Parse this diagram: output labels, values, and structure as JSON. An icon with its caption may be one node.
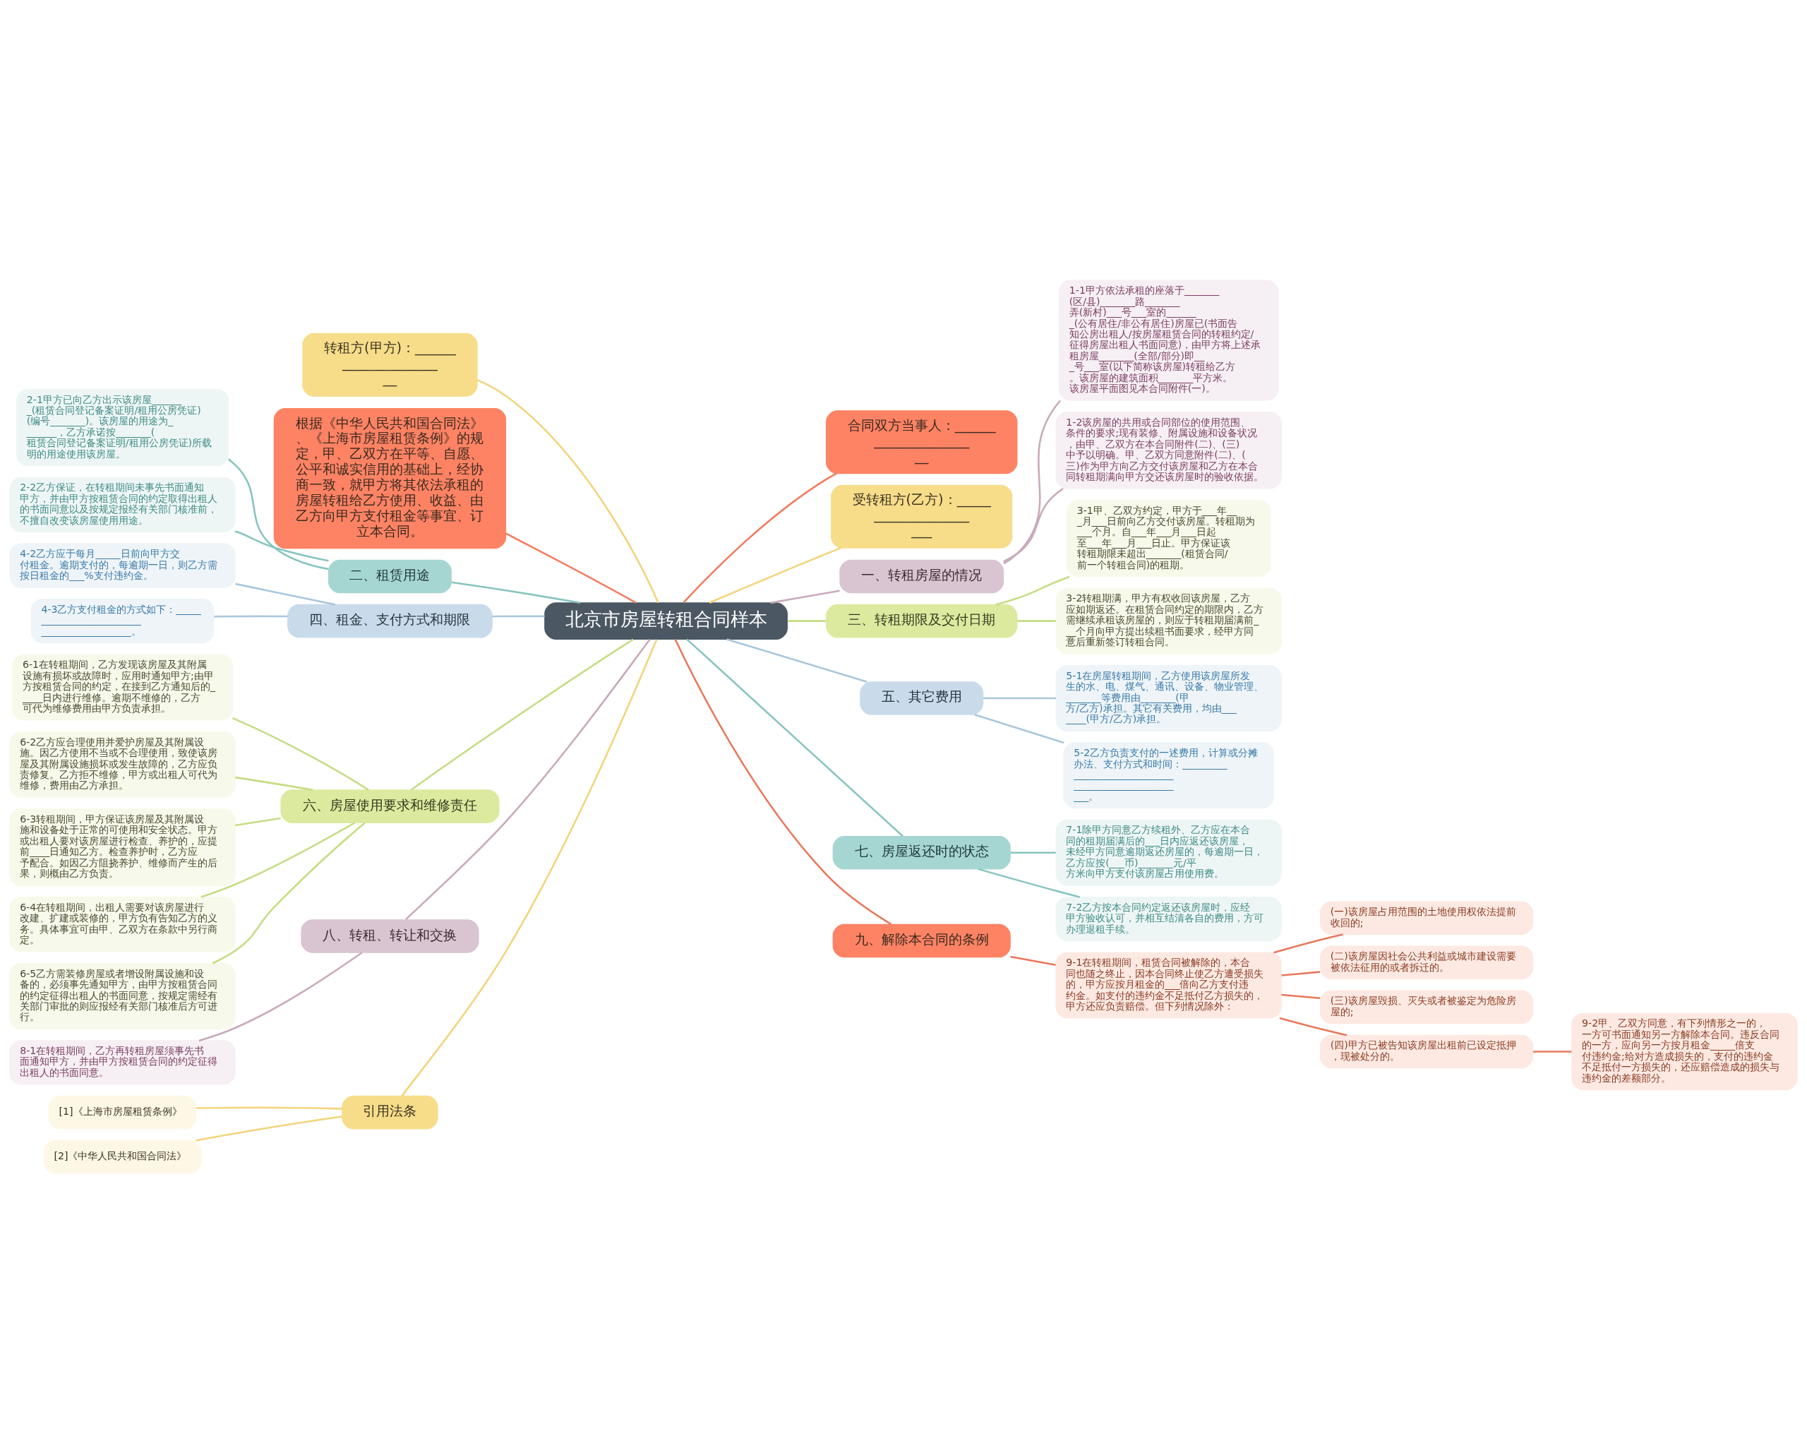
{
  "diagram": {
    "nodes": [
      {
        "text": [
          "北京市房屋转租合同样本"
        ]
      },
      {
        "text": [
          "合同双方当事人：______________________"
        ]
      },
      {
        "text": [
          "受转租方(乙方)：______________________"
        ]
      },
      {
        "text": [
          "一、转租房屋的情况"
        ]
      },
      {
        "text": [
          "1-1甲方依法承租的座落于_______(区/县)_______路_______弄(新村)___号___室的_______(公有居住/非公有居住)房屋已(书面告知公房出租人/按房屋租赁合同的转租约定/征得房屋出租人书面同意)，由甲方将上述承租房屋_______(全部/部分)即___号___室(以下简称该房屋)转租给乙方。该房屋的建筑面积_______平方米。该房屋平面图见本合同附件(一)。"
        ]
      },
      {
        "text": [
          "1-2该房屋的共用或合同部位的使用范围、条件的要求;现有装修、附属设施和设备状况，由甲、乙双方在本合同附件(二)、(三)中予以明确。甲、乙双方同意附件(二)、(三)作为甲方向乙方交付该房屋和乙方在本合同转租期满向甲方交还该房屋时的验收依据。"
        ]
      },
      {
        "text": [
          "三、转租期限及交付日期"
        ]
      },
      {
        "text": [
          "3-1甲、乙双方约定，甲方于___年___月___日前向乙方交付该房屋。转租期为___个月。自___年___月___日起至___年___月___日止。甲方保证该转租期限未超出_______(租赁合同/前一个转租合同)的租期。"
        ]
      },
      {
        "text": [
          "3-2转租期满，甲方有权收回该房屋，乙方应如期返还。在租赁合同约定的期限内，乙方需继续承租该房屋的，则应于转租期届满前___个月向甲方提出续租书面要求，经甲方同意后重新签订转租合同。"
        ]
      },
      {
        "text": [
          "五、其它费用"
        ]
      },
      {
        "text": [
          "5-1在房屋转租期间，乙方使用该房屋所发生的水、电、煤气、通讯、设备、物业管理、_______等费用由_______(甲方/乙方)承担。其它有关费用，均由_______(甲方/乙方)承担。"
        ]
      },
      {
        "text": [
          "5-2乙方负责支付的一述费用，计算或分摊办法、支付方式和时间：____________________________________________________。"
        ]
      },
      {
        "text": [
          "七、房屋返还时的状态"
        ]
      },
      {
        "text": [
          "7-1除甲方同意乙方续租外、乙方应在本合同的租期届满后的___日内应返还该房屋，未经甲方同意逾期返还房屋的，每逾期一日，乙方应按(___币)_______元/平方米向甲方支付该房屋占用使用费。"
        ]
      },
      {
        "text": [
          "7-2乙方按本合同约定返还该房屋时，应经甲方验收认可，并相互结清各自的费用，方可办理退租手续。"
        ]
      },
      {
        "text": [
          "九、解除本合同的条例"
        ]
      },
      {
        "text": [
          "9-1在转租期间，租赁合同被解除的，本合同也随之终止，因本合同终止使乙方遭受损失的，甲方应按月租金的___倍向乙方支付违约金。如支付的违约金不足抵付乙方损失的，甲方还应负责赔偿。但下列情况除外："
        ]
      },
      {
        "text": [
          "(一)该房屋占用范围的土地使用权依法提前收回的;"
        ]
      },
      {
        "text": [
          "(二)该房屋因社会公共利益或城市建设需要被依法征用的或者拆迁的。"
        ]
      },
      {
        "text": [
          "(三)该房屋毁损、灭失或者被鉴定为危险房屋的;"
        ]
      },
      {
        "text": [
          "(四)甲方已被告知该房屋出租前已设定抵押，现被处分的。"
        ]
      },
      {
        "text": [
          "9-2甲、乙双方同意，有下列情形之一的，一方可书面通知另一方解除本合同。违反合同的一方，应向另一方按月租金_____倍支付违约金;给对方造成损失的，支付的违约金不足抵付一方损失的，还应赔偿造成的损失与违约金的差额部分。"
        ]
      },
      {
        "text": [
          "转租方(甲方)：______________________"
        ]
      },
      {
        "text": [
          "根据《中华人民共和国合同法》、《上海市房屋租赁条例》的规定，甲、乙双方在平等、自愿、公平和诚实信用的基础上，经协商一致，就甲方将其依法承租的房屋转租给乙方使用、收益、由乙方向甲方支付租金等事宜、订立本合同。"
        ]
      },
      {
        "text": [
          "二、租赁用途"
        ]
      },
      {
        "text": [
          "2-1甲方已向乙方出示该房屋_______(租赁合同登记备案证明/租用公房凭证)(编号_______)。该房屋的用途为_______，乙方承诺按_______(租赁合同登记备案证明/租用公房凭证)所载明的用途使用该房屋。"
        ]
      },
      {
        "text": [
          "2-2乙方保证，在转租期间未事先书面通知甲方，并由甲方按租赁合同的约定取得出租人的书面同意以及按规定报经有关部门核准前，不擅自改变该房屋使用用途。"
        ]
      },
      {
        "text": [
          "四、租金、支付方式和期限"
        ]
      },
      {
        "text": [
          "4-2乙方应于每月_____日前向甲方交付租金。逾期支付的，每逾期一日，则乙方需按日租金的___%支付违约金。"
        ]
      },
      {
        "text": [
          "4-3乙方支付租金的方式如下：___________________________________________。"
        ]
      },
      {
        "text": [
          "六、房屋使用要求和维修责任"
        ]
      },
      {
        "text": [
          "6-1在转租期间，乙方发现该房屋及其附属设施有损坏或故障时，应用时通知甲方;由甲方按租赁合同的约定，在接到乙方通知后的_____日内进行维修。逾期不维修的，乙方可代为维修费用由甲方负责承担。"
        ]
      },
      {
        "text": [
          "6-2乙方应合理使用并爱护房屋及其附属设施。因乙方使用不当或不合理使用，致使该房屋及其附属设施损坏或发生故障的，乙方应负责修复。乙方拒不维修，甲方或出租人可代为维修，费用由乙方承担。"
        ]
      },
      {
        "text": [
          "6-3转租期间，甲方保证该房屋及其附属设施和设备处于正常的可使用和安全状态。甲方或出租人要对该房屋进行检查、养护的，应提前____日通知乙方。检查养护时，乙方应予配合。如因乙方阻挠养护、维修而产生的后果，则概由乙方负责。"
        ]
      },
      {
        "text": [
          "6-4在转租期间，出租人需要对该房屋进行改建、扩建或装修的，甲方负有告知乙方的义务。具体事宜可由甲、乙双方在条款中另行商定。"
        ]
      },
      {
        "text": [
          "6-5乙方需装修房屋或者增设附属设施和设备的，必须事先通知甲方，由甲方按租赁合同的约定征得出租人的书面同意，按规定需经有关部门审批的则应报经有关部门核准后方可进行。"
        ]
      },
      {
        "text": [
          "八、转租、转让和交换"
        ]
      },
      {
        "text": [
          "8-1在转租期间，乙方再转租房屋须事先书面通知甲方，并由甲方按租赁合同的约定征得出租人的书面同意。"
        ]
      },
      {
        "text": [
          "引用法条"
        ]
      },
      {
        "text": [
          "[1]《上海市房屋租赁条例》"
        ]
      },
      {
        "text": [
          "[2]《中华人民共和国合同法》"
        ]
      }
    ],
    "edges": [
      {
        "from": 0,
        "to": 1,
        "arrow": "none",
        "color": "#f47a5d"
      },
      {
        "from": 0,
        "to": 2,
        "arrow": "none",
        "color": "#f2d47a"
      },
      {
        "from": 0,
        "to": 3,
        "arrow": "none",
        "color": "#c9a9bb"
      },
      {
        "from": 3,
        "to": 4,
        "arrow": "none",
        "color": "#c9a9bb"
      },
      {
        "from": 3,
        "to": 5,
        "arrow": "none",
        "color": "#c9a9bb"
      },
      {
        "from": 0,
        "to": 6,
        "arrow": "none",
        "color": "#c5dd84"
      },
      {
        "from": 6,
        "to": 7,
        "arrow": "none",
        "color": "#c5dd84"
      },
      {
        "from": 6,
        "to": 8,
        "arrow": "none",
        "color": "#c5dd84"
      },
      {
        "from": 0,
        "to": 9,
        "arrow": "none",
        "color": "#a9c7dd"
      },
      {
        "from": 9,
        "to": 10,
        "arrow": "none",
        "color": "#a9c7dd"
      },
      {
        "from": 9,
        "to": 11,
        "arrow": "none",
        "color": "#a9c7dd"
      },
      {
        "from": 0,
        "to": 12,
        "arrow": "none",
        "color": "#87c4bf"
      },
      {
        "from": 12,
        "to": 13,
        "arrow": "none",
        "color": "#87c4bf"
      },
      {
        "from": 12,
        "to": 14,
        "arrow": "none",
        "color": "#87c4bf"
      },
      {
        "from": 0,
        "to": 15,
        "arrow": "none",
        "color": "#e8785a"
      },
      {
        "from": 15,
        "to": 16,
        "arrow": "none",
        "color": "#e8785a"
      },
      {
        "from": 16,
        "to": 17,
        "arrow": "none",
        "color": "#e8785a"
      },
      {
        "from": 16,
        "to": 18,
        "arrow": "none",
        "color": "#e8785a"
      },
      {
        "from": 16,
        "to": 19,
        "arrow": "none",
        "color": "#e8785a"
      },
      {
        "from": 16,
        "to": 20,
        "arrow": "none",
        "color": "#e8785a"
      },
      {
        "from": 20,
        "to": 21,
        "arrow": "none",
        "color": "#e8785a"
      },
      {
        "from": 0,
        "to": 22,
        "arrow": "none",
        "color": "#f2d47a"
      },
      {
        "from": 0,
        "to": 23,
        "arrow": "none",
        "color": "#f47a5d"
      },
      {
        "from": 0,
        "to": 24,
        "arrow": "none",
        "color": "#87c4bf"
      },
      {
        "from": 24,
        "to": 25,
        "arrow": "none",
        "color": "#87c4bf"
      },
      {
        "from": 24,
        "to": 26,
        "arrow": "none",
        "color": "#87c4bf"
      },
      {
        "from": 0,
        "to": 27,
        "arrow": "none",
        "color": "#a9c7dd"
      },
      {
        "from": 27,
        "to": 28,
        "arrow": "none",
        "color": "#a9c7dd"
      },
      {
        "from": 27,
        "to": 29,
        "arrow": "none",
        "color": "#a9c7dd"
      },
      {
        "from": 0,
        "to": 30,
        "arrow": "none",
        "color": "#c5dd84"
      },
      {
        "from": 30,
        "to": 31,
        "arrow": "none",
        "color": "#c5dd84"
      },
      {
        "from": 30,
        "to": 32,
        "arrow": "none",
        "color": "#c5dd84"
      },
      {
        "from": 30,
        "to": 33,
        "arrow": "none",
        "color": "#c5dd84"
      },
      {
        "from": 30,
        "to": 34,
        "arrow": "none",
        "color": "#c5dd84"
      },
      {
        "from": 30,
        "to": 35,
        "arrow": "none",
        "color": "#c5dd84"
      },
      {
        "from": 0,
        "to": 36,
        "arrow": "none",
        "color": "#c9a9bb"
      },
      {
        "from": 36,
        "to": 37,
        "arrow": "none",
        "color": "#c9a9bb"
      },
      {
        "from": 0,
        "to": 38,
        "arrow": "none",
        "color": "#f2d47a"
      },
      {
        "from": 38,
        "to": 39,
        "arrow": "none",
        "color": "#f2d47a"
      },
      {
        "from": 38,
        "to": 40,
        "arrow": "none",
        "color": "#f2d47a"
      }
    ]
  }
}
